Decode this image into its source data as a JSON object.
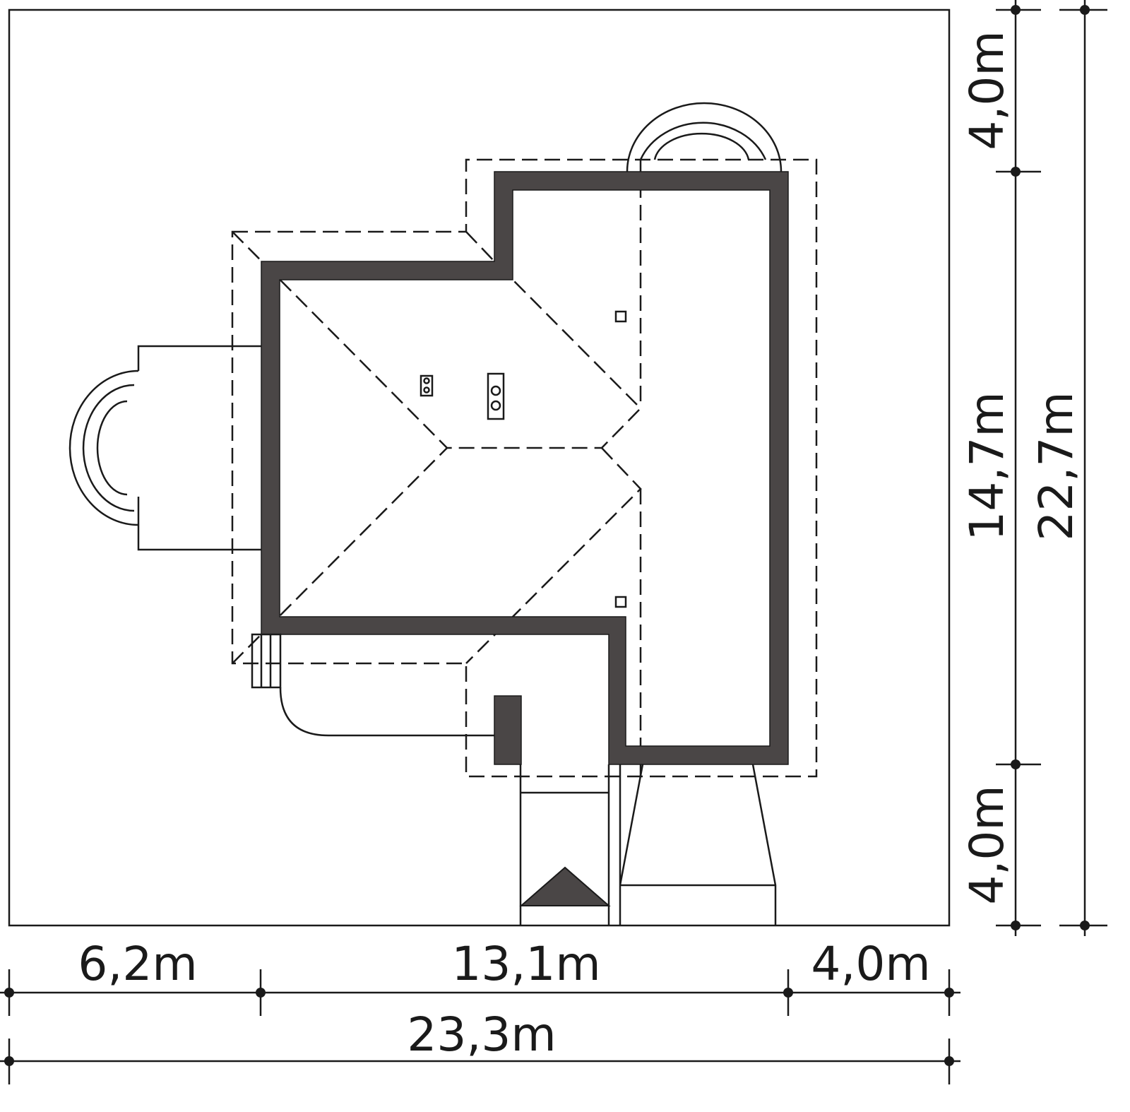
{
  "dimensions": {
    "horizontal": {
      "left_setback": "6,2m",
      "building_width": "13,1m",
      "right_setback": "4,0m",
      "total_width": "23,3m"
    },
    "vertical": {
      "top_setback": "4,0m",
      "building_depth": "14,7m",
      "bottom_setback": "4,0m",
      "total_depth": "22,7m"
    }
  },
  "colors": {
    "wall": "#4a4646",
    "line": "#1a1a1a"
  }
}
